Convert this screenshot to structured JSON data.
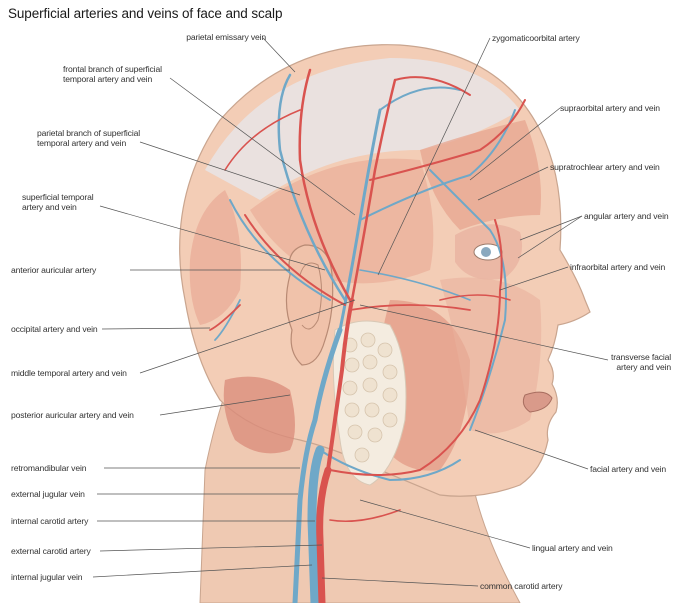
{
  "title": "Superficial arteries and veins of face and scalp",
  "labels": {
    "parietal_emissary_vein": "parietal emissary vein",
    "frontal_branch": "frontal branch of superficial\ntemporal artery and vein",
    "parietal_branch": "parietal branch of superficial\ntemporal artery and vein",
    "superficial_temporal": "superficial temporal\nartery and vein",
    "anterior_auricular": "anterior auricular artery",
    "occipital": "occipital artery and vein",
    "middle_temporal": "middle temporal artery and vein",
    "posterior_auricular": "posterior auricular artery and vein",
    "retromandibular": "retromandibular vein",
    "external_jugular": "external jugular vein",
    "internal_carotid": "internal carotid artery",
    "external_carotid": "external carotid artery",
    "internal_jugular": "internal jugular vein",
    "zygomaticoorbital": "zygomaticoorbital artery",
    "supraorbital": "supraorbital artery and vein",
    "supratrochlear": "supratrochlear artery and vein",
    "angular": "angular artery and vein",
    "infraorbital": "infraorbital artery and vein",
    "transverse_facial": "transverse facial\nartery and vein",
    "facial": "facial artery and vein",
    "lingual": "lingual artery and vein",
    "common_carotid": "common carotid artery"
  },
  "colors": {
    "artery": "#d9534f",
    "vein": "#6fa8c8",
    "skin": "#f3cdb6",
    "muscle": "#e7a48f",
    "gland": "#f4ece0",
    "leader": "#555555"
  }
}
